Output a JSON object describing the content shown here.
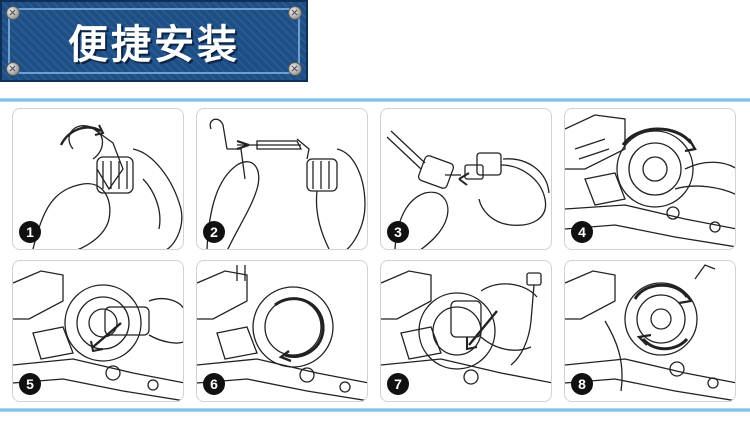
{
  "header": {
    "title": "便捷安装",
    "background_color": "#1d4f86",
    "title_color": "#ffffff"
  },
  "steps": [
    {
      "number": "1",
      "icon": "bulb-twist-illustration"
    },
    {
      "number": "2",
      "icon": "bulb-insert-illustration"
    },
    {
      "number": "3",
      "icon": "connector-plug-illustration"
    },
    {
      "number": "4",
      "icon": "headlight-cover-remove-illustration"
    },
    {
      "number": "5",
      "icon": "bulb-remove-illustration"
    },
    {
      "number": "6",
      "icon": "rotate-lock-illustration"
    },
    {
      "number": "7",
      "icon": "new-bulb-insert-illustration"
    },
    {
      "number": "8",
      "icon": "cover-refit-illustration"
    }
  ],
  "colors": {
    "accent_line": "#6fb7e4",
    "panel_border": "#d2d2d2",
    "badge": "#111111"
  }
}
